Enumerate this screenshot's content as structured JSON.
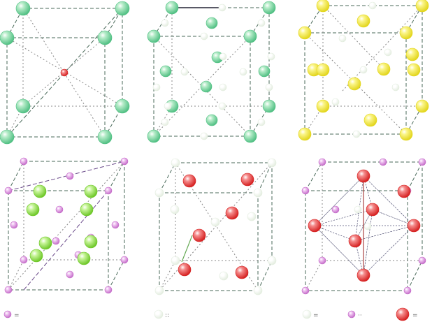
{
  "colors": {
    "green": "#4fbf82",
    "green_light": "#b6ecc9",
    "yellow": "#e2d51a",
    "yellow_light": "#fbf58a",
    "lime": "#6cc626",
    "lime_light": "#c8f59a",
    "magenta": "#c46bc8",
    "magenta_light": "#f0c6f2",
    "red": "#d51f1f",
    "red_light": "#f58d8d",
    "white": "#e3eddf",
    "white_light": "#ffffff",
    "line_dashed": "#4a6a5a",
    "line_dotted": "#888888"
  },
  "figure": {
    "panels": [
      {
        "id": "a",
        "name": "cesium-chloride-structure"
      },
      {
        "id": "b",
        "name": "bcc-tetrahedral-sites-structure"
      },
      {
        "id": "c",
        "name": "fcc-octahedral-sites-structure"
      },
      {
        "id": "d",
        "name": "zinc-blende-structure"
      },
      {
        "id": "e",
        "name": "rock-salt-partial-structure"
      },
      {
        "id": "f",
        "name": "octahedral-cluster-structure"
      }
    ],
    "legend": [
      {
        "icon": "magenta-atom-icon",
        "label": "="
      },
      {
        "icon": "white-atom-icon",
        "label": "::"
      },
      {
        "icon": "white-atom-icon",
        "label": "="
      },
      {
        "icon": "magenta-atom-icon",
        "label": "··"
      },
      {
        "icon": "red-atom-icon",
        "label": "="
      }
    ]
  }
}
